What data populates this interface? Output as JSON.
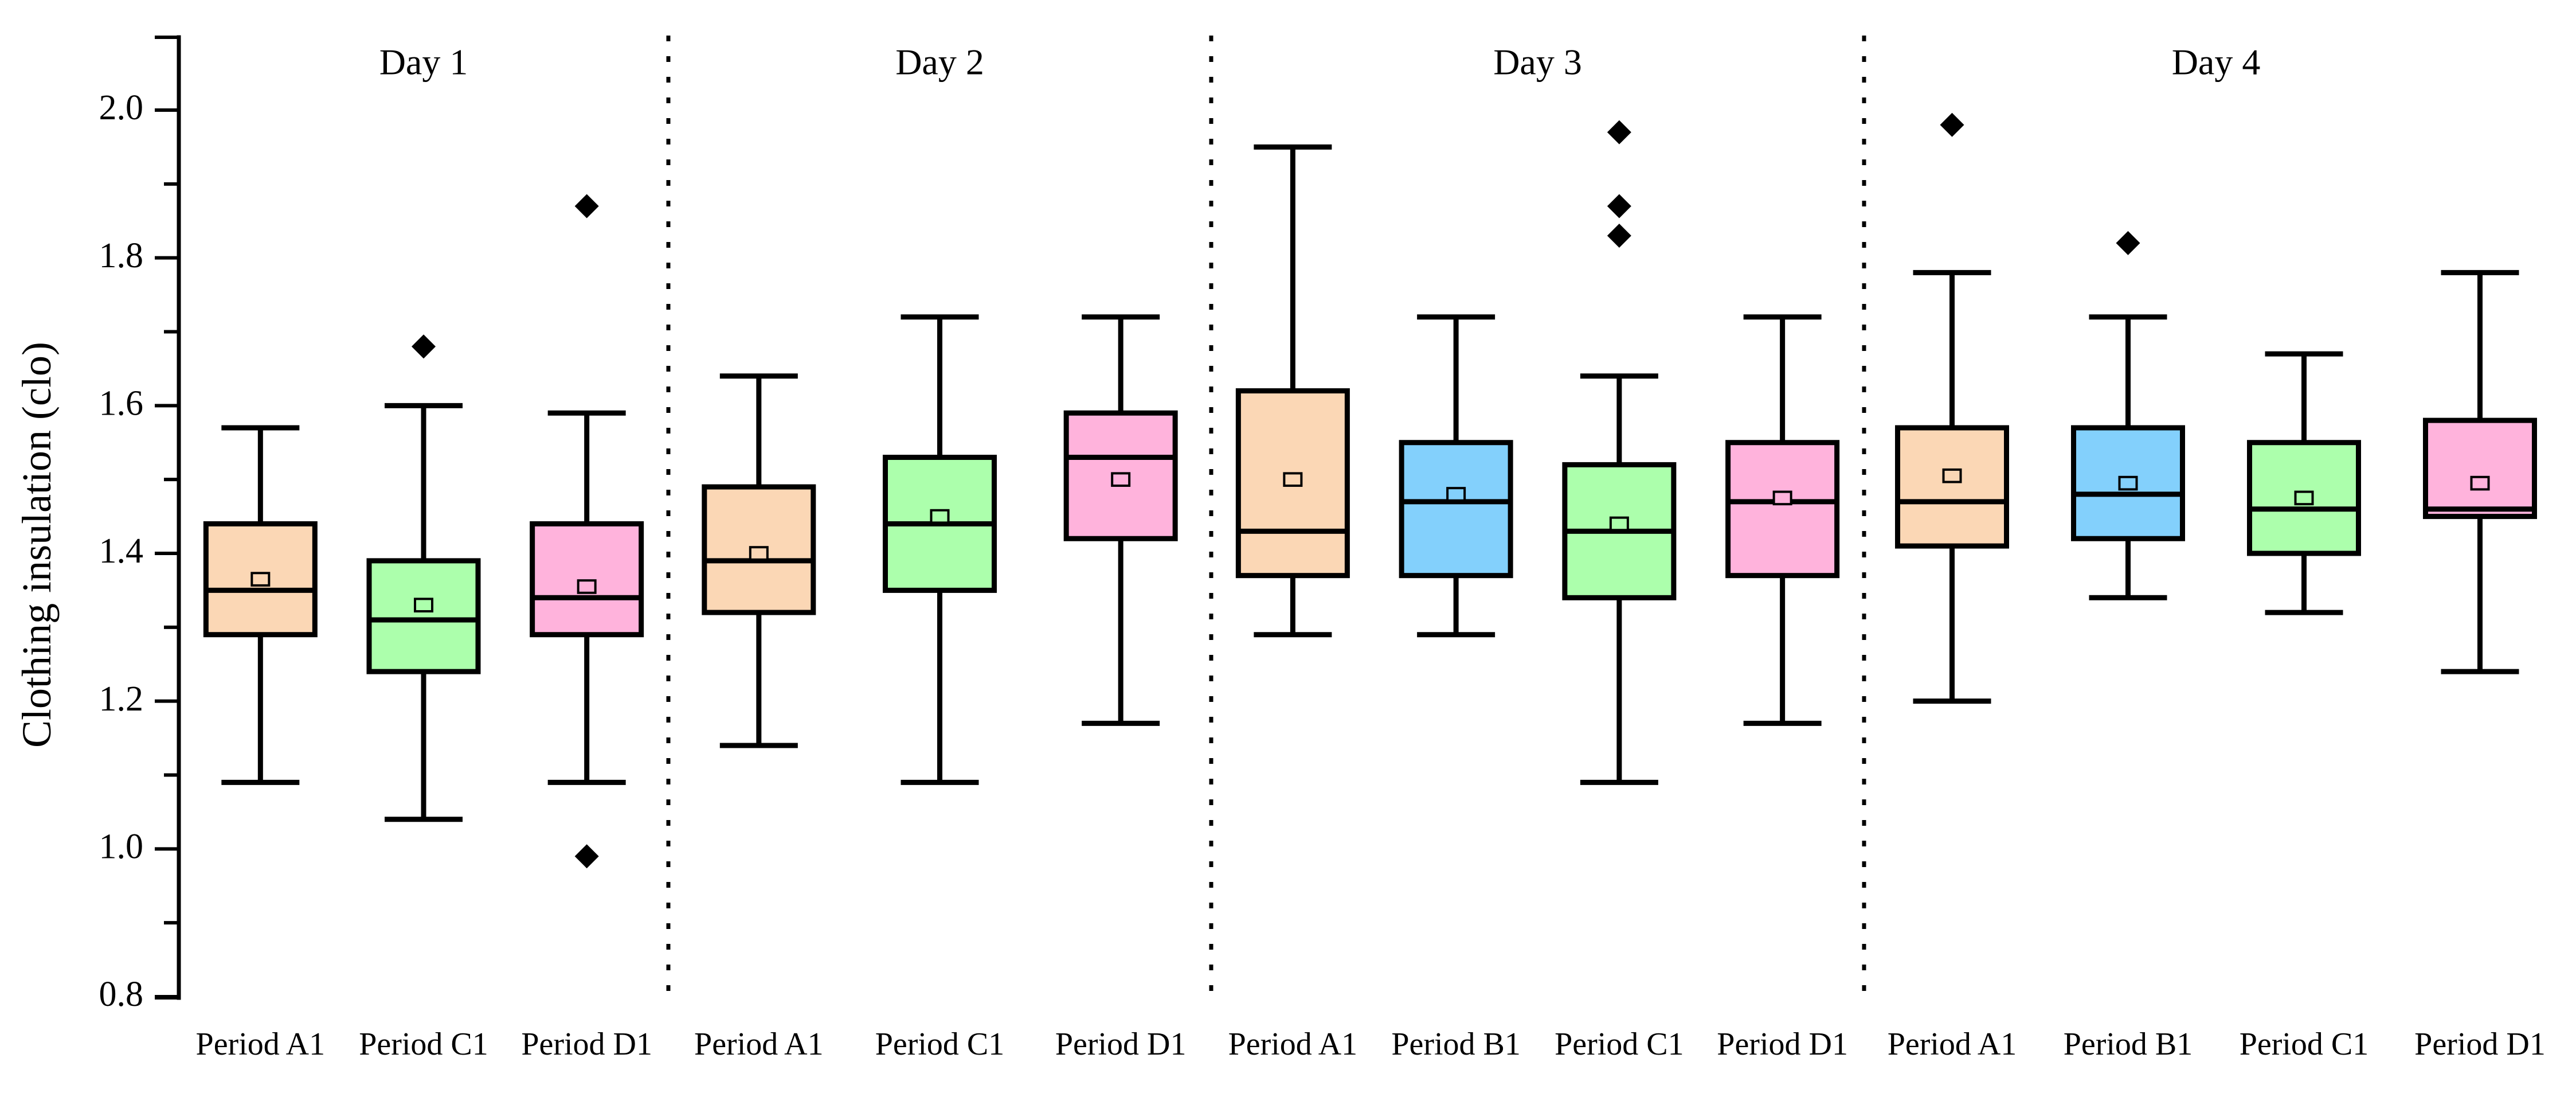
{
  "chart_data": {
    "type": "box",
    "title": "",
    "xlabel": "",
    "ylabel": "Clothing insulation (clo)",
    "ylim": [
      0.8,
      2.0
    ],
    "ytick_labels": [
      "0.8",
      "1.0",
      "1.2",
      "1.4",
      "1.6",
      "1.8",
      "2.0"
    ],
    "ytick_values": [
      0.8,
      1.0,
      1.2,
      1.4,
      1.6,
      1.8,
      2.0
    ],
    "minor_tick_step": 0.1,
    "grid": false,
    "legend": "none",
    "group_titles": [
      "Day 1",
      "Day 2",
      "Day 3",
      "Day 4"
    ],
    "categories": [
      "Period A1",
      "Period C1",
      "Period D1",
      "Period A1",
      "Period C1",
      "Period D1",
      "Period A1",
      "Period B1",
      "Period C1",
      "Period D1",
      "Period A1",
      "Period B1",
      "Period C1",
      "Period D1"
    ],
    "colors": {
      "A1": "#FBD7B5",
      "B1": "#83D0FC",
      "C1": "#ACFFAC",
      "D1": "#FFB3DC",
      "outline": "#000000",
      "outlier": "#000000"
    },
    "boxes": [
      {
        "group": "Day 1",
        "label": "Period A1",
        "period": "A1",
        "color": "#FBD7B5",
        "whisker_low": 1.09,
        "q1": 1.29,
        "median": 1.35,
        "q3": 1.44,
        "whisker_high": 1.57,
        "mean": 1.365,
        "outliers": []
      },
      {
        "group": "Day 1",
        "label": "Period C1",
        "period": "C1",
        "color": "#ACFFAC",
        "whisker_low": 1.04,
        "q1": 1.24,
        "median": 1.31,
        "q3": 1.39,
        "whisker_high": 1.6,
        "mean": 1.33,
        "outliers": [
          1.68
        ]
      },
      {
        "group": "Day 1",
        "label": "Period D1",
        "period": "D1",
        "color": "#FFB3DC",
        "whisker_low": 1.09,
        "q1": 1.29,
        "median": 1.34,
        "q3": 1.44,
        "whisker_high": 1.59,
        "mean": 1.355,
        "outliers": [
          1.87,
          0.99
        ]
      },
      {
        "group": "Day 2",
        "label": "Period A1",
        "period": "A1",
        "color": "#FBD7B5",
        "whisker_low": 1.14,
        "q1": 1.32,
        "median": 1.39,
        "q3": 1.49,
        "whisker_high": 1.64,
        "mean": 1.4,
        "outliers": []
      },
      {
        "group": "Day 2",
        "label": "Period C1",
        "period": "C1",
        "color": "#ACFFAC",
        "whisker_low": 1.09,
        "q1": 1.35,
        "median": 1.44,
        "q3": 1.53,
        "whisker_high": 1.72,
        "mean": 1.45,
        "outliers": []
      },
      {
        "group": "Day 2",
        "label": "Period D1",
        "period": "D1",
        "color": "#FFB3DC",
        "whisker_low": 1.17,
        "q1": 1.42,
        "median": 1.53,
        "q3": 1.59,
        "whisker_high": 1.72,
        "mean": 1.5,
        "outliers": []
      },
      {
        "group": "Day 3",
        "label": "Period A1",
        "period": "A1",
        "color": "#FBD7B5",
        "whisker_low": 1.29,
        "q1": 1.37,
        "median": 1.43,
        "q3": 1.62,
        "whisker_high": 1.95,
        "mean": 1.5,
        "outliers": []
      },
      {
        "group": "Day 3",
        "label": "Period B1",
        "period": "B1",
        "color": "#83D0FC",
        "whisker_low": 1.29,
        "q1": 1.37,
        "median": 1.47,
        "q3": 1.55,
        "whisker_high": 1.72,
        "mean": 1.48,
        "outliers": []
      },
      {
        "group": "Day 3",
        "label": "Period C1",
        "period": "C1",
        "color": "#ACFFAC",
        "whisker_low": 1.09,
        "q1": 1.34,
        "median": 1.43,
        "q3": 1.52,
        "whisker_high": 1.64,
        "mean": 1.44,
        "outliers": [
          1.97,
          1.87,
          1.83
        ]
      },
      {
        "group": "Day 3",
        "label": "Period D1",
        "period": "D1",
        "color": "#FFB3DC",
        "whisker_low": 1.17,
        "q1": 1.37,
        "median": 1.47,
        "q3": 1.55,
        "whisker_high": 1.72,
        "mean": 1.475,
        "outliers": []
      },
      {
        "group": "Day 4",
        "label": "Period A1",
        "period": "A1",
        "color": "#FBD7B5",
        "whisker_low": 1.2,
        "q1": 1.41,
        "median": 1.47,
        "q3": 1.57,
        "whisker_high": 1.78,
        "mean": 1.505,
        "outliers": [
          1.98
        ]
      },
      {
        "group": "Day 4",
        "label": "Period B1",
        "period": "B1",
        "color": "#83D0FC",
        "whisker_low": 1.34,
        "q1": 1.42,
        "median": 1.48,
        "q3": 1.57,
        "whisker_high": 1.72,
        "mean": 1.495,
        "outliers": [
          1.82
        ]
      },
      {
        "group": "Day 4",
        "label": "Period C1",
        "period": "C1",
        "color": "#ACFFAC",
        "whisker_low": 1.32,
        "q1": 1.4,
        "median": 1.46,
        "q3": 1.55,
        "whisker_high": 1.67,
        "mean": 1.475,
        "outliers": []
      },
      {
        "group": "Day 4",
        "label": "Period D1",
        "period": "D1",
        "color": "#FFB3DC",
        "whisker_low": 1.24,
        "q1": 1.45,
        "median": 1.46,
        "q3": 1.58,
        "whisker_high": 1.78,
        "mean": 1.495,
        "outliers": []
      }
    ]
  }
}
